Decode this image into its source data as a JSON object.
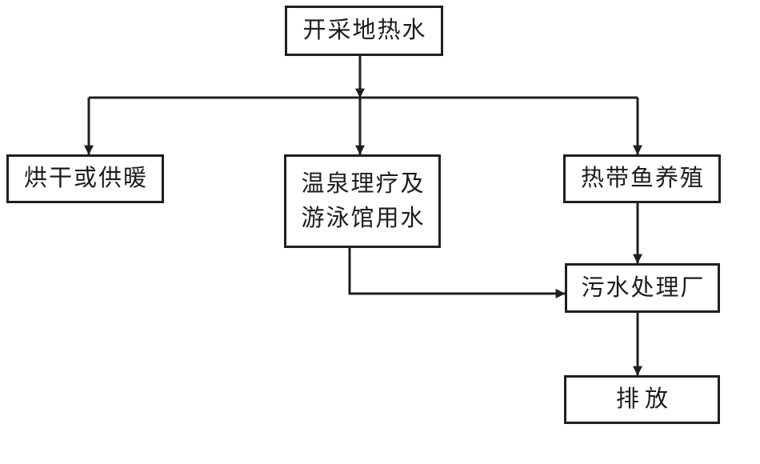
{
  "diagram": {
    "type": "flowchart",
    "colors": {
      "line": "#1f1f1f",
      "text": "#1c1c1c",
      "background": "#ffffff",
      "node_fill": "#ffffff"
    },
    "nodes": {
      "source": {
        "label": "开采地热水"
      },
      "drying": {
        "label": "烘干或供暖"
      },
      "spa": {
        "label_line1": "温泉理疗及",
        "label_line2": "游泳馆用水"
      },
      "fish": {
        "label": "热带鱼养殖"
      },
      "sewage": {
        "label": "污水处理厂"
      },
      "discharge": {
        "label": "排放"
      }
    },
    "edges": [
      {
        "from": "source",
        "to": "branch-junction"
      },
      {
        "from": "branch-junction",
        "to": "drying"
      },
      {
        "from": "branch-junction",
        "to": "spa"
      },
      {
        "from": "branch-junction",
        "to": "fish"
      },
      {
        "from": "spa",
        "to": "sewage"
      },
      {
        "from": "fish",
        "to": "sewage"
      },
      {
        "from": "sewage",
        "to": "discharge"
      }
    ]
  }
}
